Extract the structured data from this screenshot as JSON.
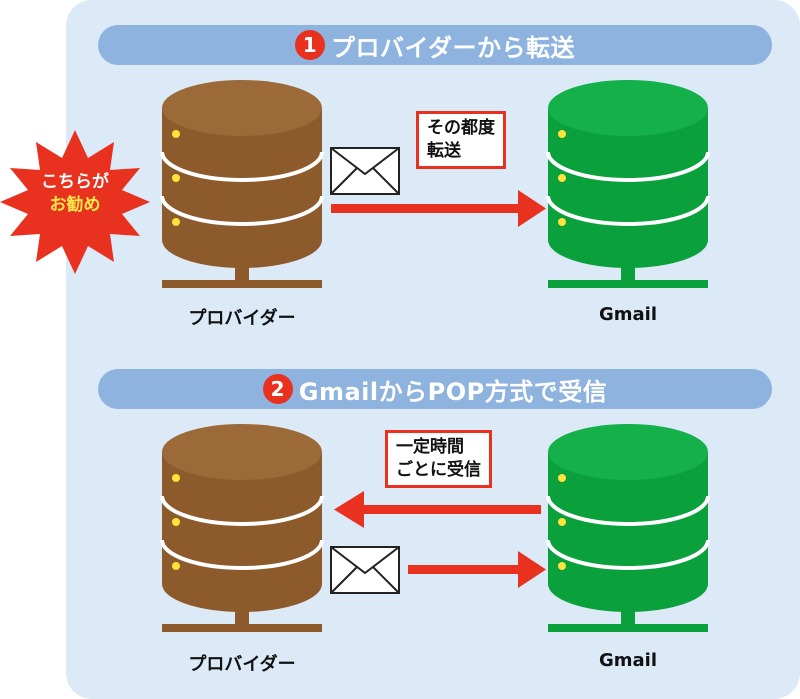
{
  "section1": {
    "number": "1",
    "title": "プロバイダーから転送",
    "provider_label": "プロバイダー",
    "gmail_label": "Gmail",
    "arrow_note": "その都度\n転送",
    "recommend_line1": "こちらが",
    "recommend_line2": "お勧め"
  },
  "section2": {
    "number": "2",
    "title": "GmailからPOP方式で受信",
    "provider_label": "プロバイダー",
    "gmail_label": "Gmail",
    "arrow_note": "一定時間\nごとに受信"
  },
  "colors": {
    "provider_server": "#8c5a2b",
    "gmail_server": "#0aa03c",
    "arrow": "#e8311f",
    "banner": "#8db3de",
    "panel": "#dce9f6",
    "burst": "#e8311f"
  },
  "icons": [
    "database-server-icon",
    "envelope-icon",
    "arrow-right-icon",
    "arrow-left-icon",
    "starburst-badge"
  ]
}
